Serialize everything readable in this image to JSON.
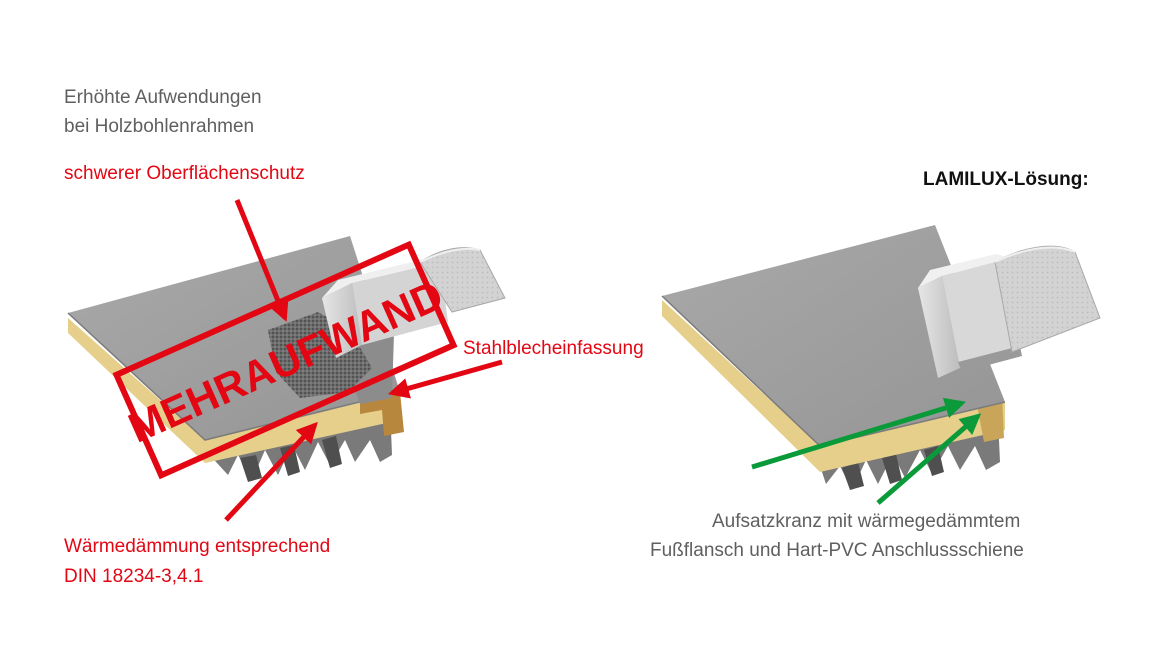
{
  "left": {
    "heading_line1": "Erhöhte Aufwendungen",
    "heading_line2": "bei Holzbohlenrahmen",
    "label_surface": "schwerer Oberflächenschutz",
    "label_steel": "Stahlblecheinfassung",
    "label_insulation_line1": "Wärmedämmung entsprechend",
    "label_insulation_line2": "DIN 18234-3,4.1",
    "stamp": "MEHRAUFWAND"
  },
  "right": {
    "heading": "LAMILUX-Lösung:",
    "label_line1": "Aufsatzkranz mit wärmegedämmtem",
    "label_line2": "Fußflansch und Hart-PVC Anschlussschiene"
  },
  "colors": {
    "accent_red": "#e30613",
    "accent_green": "#0a9a3a",
    "text_gray": "#5f5f5f"
  }
}
